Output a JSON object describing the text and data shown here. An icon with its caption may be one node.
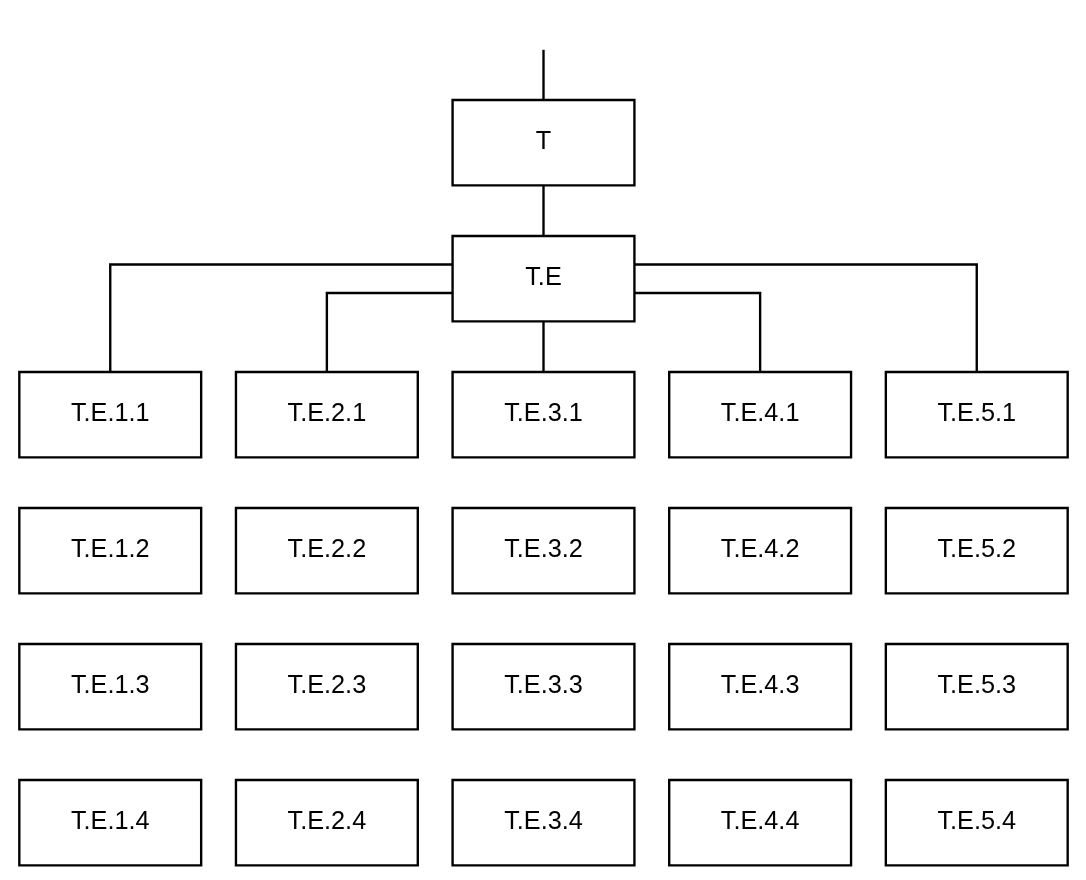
{
  "diagram": {
    "nodes": [
      {
        "text": [
          "T"
        ]
      },
      {
        "text": [
          "T.E"
        ]
      },
      {
        "text": [
          "T.E.1.1"
        ]
      },
      {
        "text": [
          "T.E.2.1"
        ]
      },
      {
        "text": [
          "T.E.3.1"
        ]
      },
      {
        "text": [
          "T.E.4.1"
        ]
      },
      {
        "text": [
          "T.E.5.1"
        ]
      },
      {
        "text": [
          "T.E.1.2"
        ]
      },
      {
        "text": [
          "T.E.2.2"
        ]
      },
      {
        "text": [
          "T.E.3.2"
        ]
      },
      {
        "text": [
          "T.E.4.2"
        ]
      },
      {
        "text": [
          "T.E.5.2"
        ]
      },
      {
        "text": [
          "T.E.1.3"
        ]
      },
      {
        "text": [
          "T.E.2.3"
        ]
      },
      {
        "text": [
          "T.E.3.3"
        ]
      },
      {
        "text": [
          "T.E.4.3"
        ]
      },
      {
        "text": [
          "T.E.5.3"
        ]
      },
      {
        "text": [
          "T.E.1.4"
        ]
      },
      {
        "text": [
          "T.E.2.4"
        ]
      },
      {
        "text": [
          "T.E.3.4"
        ]
      },
      {
        "text": [
          "T.E.4.4"
        ]
      },
      {
        "text": [
          "T.E.5.4"
        ]
      }
    ],
    "edges": [
      {
        "from": null,
        "to": 0,
        "arrow": "none"
      },
      {
        "from": 0,
        "to": 1,
        "arrow": "none"
      },
      {
        "from": 1,
        "to": 2,
        "arrow": "none"
      },
      {
        "from": 1,
        "to": 3,
        "arrow": "none"
      },
      {
        "from": 1,
        "to": 4,
        "arrow": "none"
      },
      {
        "from": 1,
        "to": 5,
        "arrow": "none"
      },
      {
        "from": 1,
        "to": 6,
        "arrow": "none"
      }
    ]
  }
}
